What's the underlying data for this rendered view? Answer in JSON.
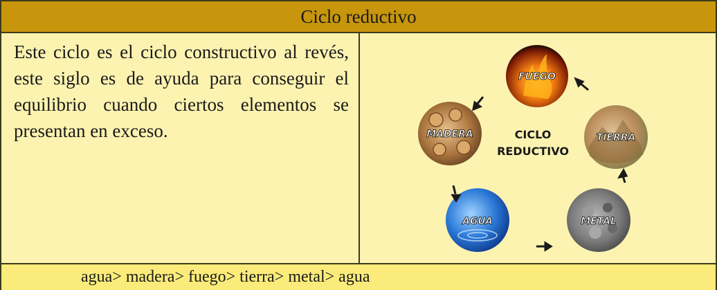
{
  "header": {
    "title": "Ciclo reductivo"
  },
  "body_text": "Este ciclo es el ciclo constructivo al revés, este siglo es de ayuda para conseguir el equilibrio cuando ciertos elementos se presentan en exceso.",
  "diagram": {
    "center_line1": "CICLO",
    "center_line2": "REDUCTIVO",
    "elements": {
      "fuego": "FUEGO",
      "tierra": "TIERRA",
      "metal": "METAL",
      "agua": "AGUA",
      "madera": "MADERA"
    }
  },
  "footer": {
    "sequence": "agua> madera> fuego> tierra> metal> agua"
  },
  "colors": {
    "header_bg": "#c8960c",
    "cell_bg": "#fdf3b0",
    "footer_bg": "#fbeb7a",
    "border": "#3a3a1a"
  }
}
